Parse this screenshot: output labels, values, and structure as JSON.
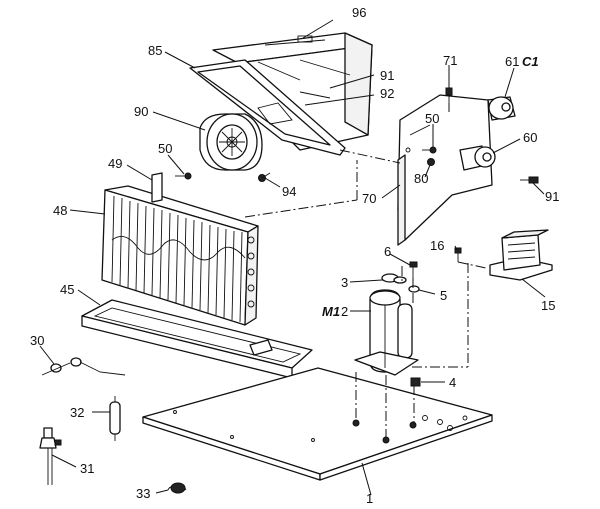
{
  "callouts": {
    "c96": "96",
    "c85": "85",
    "c91a": "91",
    "c92": "92",
    "c71": "71",
    "c61": "61",
    "c61_suffix": "C1",
    "c90": "90",
    "c50a": "50",
    "c60": "60",
    "c49": "49",
    "c50b": "50",
    "c80": "80",
    "c94": "94",
    "c91b": "91",
    "c70": "70",
    "c48": "48",
    "c6": "6",
    "c16": "16",
    "c3": "3",
    "c5": "5",
    "c45": "45",
    "c15": "15",
    "cM1": "M1",
    "c2": "2",
    "c30": "30",
    "c4": "4",
    "c32": "32",
    "c31": "31",
    "c1": "1",
    "c33": "33"
  }
}
